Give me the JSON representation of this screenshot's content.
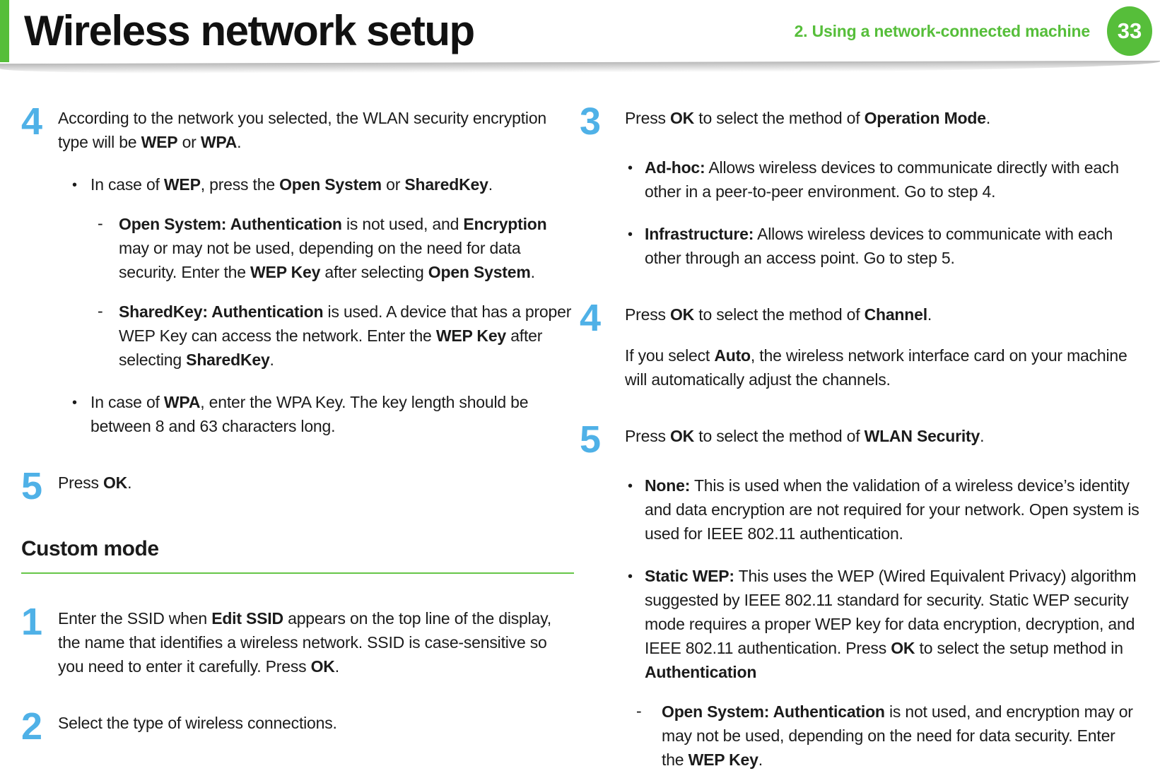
{
  "header": {
    "title": "Wireless network setup",
    "chapter": "2. Using a network-connected machine",
    "page_number": "33"
  },
  "colors": {
    "accent_green": "#56be3a",
    "rule_green": "#66c648",
    "step_number_blue": "#4fb1e7"
  },
  "columns": {
    "left": [
      {
        "kind": "step",
        "num": "4",
        "paras": [
          [
            {
              "t": "According to the network you selected, the WLAN security encryption type will be "
            },
            {
              "t": "WEP",
              "b": true
            },
            {
              "t": " or "
            },
            {
              "t": "WPA",
              "b": true
            },
            {
              "t": "."
            }
          ]
        ]
      },
      {
        "kind": "bullet",
        "segs": [
          {
            "t": "In case of "
          },
          {
            "t": "WEP",
            "b": true
          },
          {
            "t": ", press the "
          },
          {
            "t": "Open System",
            "b": true
          },
          {
            "t": " or "
          },
          {
            "t": "SharedKey",
            "b": true
          },
          {
            "t": "."
          }
        ]
      },
      {
        "kind": "dash",
        "segs": [
          {
            "t": "Open System: Authentication",
            "b": true
          },
          {
            "t": " is not used, and "
          },
          {
            "t": "Encryption",
            "b": true
          },
          {
            "t": " may or may not be used, depending on the need for data security. Enter the "
          },
          {
            "t": "WEP Key",
            "b": true
          },
          {
            "t": " after selecting "
          },
          {
            "t": "Open System",
            "b": true
          },
          {
            "t": "."
          }
        ]
      },
      {
        "kind": "dash",
        "segs": [
          {
            "t": "SharedKey: Authentication",
            "b": true
          },
          {
            "t": " is used. A device that has a proper WEP Key can access the network. Enter the "
          },
          {
            "t": "WEP Key",
            "b": true
          },
          {
            "t": " after selecting "
          },
          {
            "t": "SharedKey",
            "b": true
          },
          {
            "t": "."
          }
        ]
      },
      {
        "kind": "bullet",
        "segs": [
          {
            "t": "In case of "
          },
          {
            "t": "WPA",
            "b": true
          },
          {
            "t": ", enter the WPA Key. The key length should be between 8 and 63 characters long."
          }
        ]
      },
      {
        "kind": "step",
        "num": "5",
        "paras": [
          [
            {
              "t": "Press "
            },
            {
              "t": "OK",
              "b": true
            },
            {
              "t": "."
            }
          ]
        ]
      },
      {
        "kind": "heading",
        "text": "Custom mode"
      },
      {
        "kind": "step",
        "num": "1",
        "paras": [
          [
            {
              "t": "Enter the SSID when "
            },
            {
              "t": "Edit SSID",
              "b": true
            },
            {
              "t": " appears on the top line of the display, the name that identifies a wireless network. SSID is case-sensitive so you need to enter it carefully. Press "
            },
            {
              "t": "OK",
              "b": true
            },
            {
              "t": "."
            }
          ]
        ]
      },
      {
        "kind": "step",
        "num": "2",
        "paras": [
          [
            {
              "t": "Select the type of wireless connections."
            }
          ]
        ]
      }
    ],
    "right": [
      {
        "kind": "step",
        "num": "3",
        "paras": [
          [
            {
              "t": "Press "
            },
            {
              "t": "OK",
              "b": true
            },
            {
              "t": " to select the method of "
            },
            {
              "t": "Operation Mode",
              "b": true
            },
            {
              "t": "."
            }
          ]
        ]
      },
      {
        "kind": "bullet",
        "segs": [
          {
            "t": "Ad-hoc:",
            "b": true
          },
          {
            "t": " Allows wireless devices to communicate directly with each other in a peer-to-peer environment. Go to step 4."
          }
        ]
      },
      {
        "kind": "bullet",
        "segs": [
          {
            "t": "Infrastructure:",
            "b": true
          },
          {
            "t": " Allows wireless devices to communicate with each other through an access point. Go to step 5."
          }
        ]
      },
      {
        "kind": "step",
        "num": "4",
        "paras": [
          [
            {
              "t": "Press "
            },
            {
              "t": "OK",
              "b": true
            },
            {
              "t": " to select the method of "
            },
            {
              "t": "Channel",
              "b": true
            },
            {
              "t": "."
            }
          ],
          [
            {
              "t": "If you select "
            },
            {
              "t": "Auto",
              "b": true
            },
            {
              "t": ", the wireless network interface card on your machine will automatically adjust the channels."
            }
          ]
        ]
      },
      {
        "kind": "step",
        "num": "5",
        "paras": [
          [
            {
              "t": "Press "
            },
            {
              "t": "OK",
              "b": true
            },
            {
              "t": " to select the method of "
            },
            {
              "t": "WLAN Security",
              "b": true
            },
            {
              "t": "."
            }
          ]
        ]
      },
      {
        "kind": "bullet",
        "segs": [
          {
            "t": "None:",
            "b": true
          },
          {
            "t": " This is used when the validation of a wireless device’s identity and data encryption are not required for your network. Open system is used for IEEE 802.11 authentication."
          }
        ]
      },
      {
        "kind": "bullet",
        "segs": [
          {
            "t": "Static WEP:",
            "b": true
          },
          {
            "t": " This uses the WEP (Wired Equivalent Privacy) algorithm suggested by IEEE 802.11 standard for security. Static WEP security mode requires a proper WEP key for data encryption, decryption, and IEEE 802.11 authentication. Press "
          },
          {
            "t": "OK",
            "b": true
          },
          {
            "t": " to select the setup method in "
          },
          {
            "t": "Authentication",
            "b": true
          }
        ]
      },
      {
        "kind": "dash",
        "segs": [
          {
            "t": "Open System: Authentication",
            "b": true
          },
          {
            "t": " is not used, and encryption may or may not be used, depending on the need for data security. Enter the "
          },
          {
            "t": "WEP Key",
            "b": true
          },
          {
            "t": "."
          }
        ]
      }
    ]
  }
}
